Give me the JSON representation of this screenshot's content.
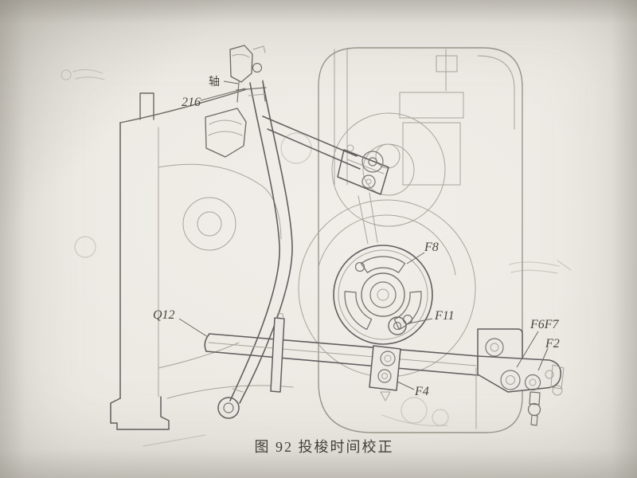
{
  "figure": {
    "caption": "图 92  投梭时间校正"
  },
  "part_labels": {
    "ref_216": "216",
    "shaft": "轴",
    "f8": "F8",
    "f11": "F11",
    "q12": "Q12",
    "f4": "F4",
    "f6_f7": "F6F7",
    "f2": "F2"
  }
}
